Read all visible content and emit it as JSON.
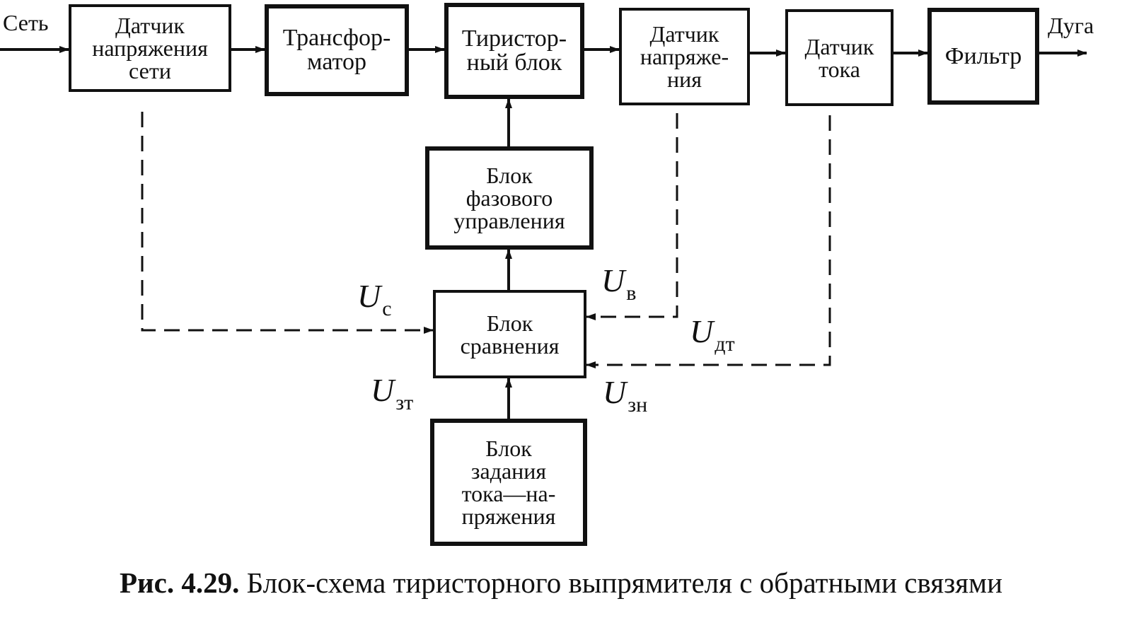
{
  "diagram": {
    "input_label": "Сеть",
    "output_label": "Дуга",
    "blocks": {
      "mains_voltage_sensor": "Датчик\nнапряжения\nсети",
      "transformer": "Трансфор-\nматор",
      "thyristor_block": "Тиристор-\nный блок",
      "voltage_sensor": "Датчик\nнапряже-\nния",
      "current_sensor": "Датчик\nтока",
      "filter": "Фильтр",
      "phase_control": "Блок\nфазового\nуправления",
      "comparison": "Блок\nсравнения",
      "setpoint": "Блок\nзадания\nтока—на-\nпряжения"
    },
    "signals": {
      "uc": {
        "symbol": "U",
        "sub": "c"
      },
      "uv": {
        "symbol": "U",
        "sub": "в"
      },
      "udt": {
        "symbol": "U",
        "sub": "дт"
      },
      "uzt": {
        "symbol": "U",
        "sub": "зт"
      },
      "uzn": {
        "symbol": "U",
        "sub": "зн"
      }
    }
  },
  "caption": {
    "number": "Рис. 4.29.",
    "text": "Блок-схема тиристорного выпрямителя с обратными связями"
  }
}
